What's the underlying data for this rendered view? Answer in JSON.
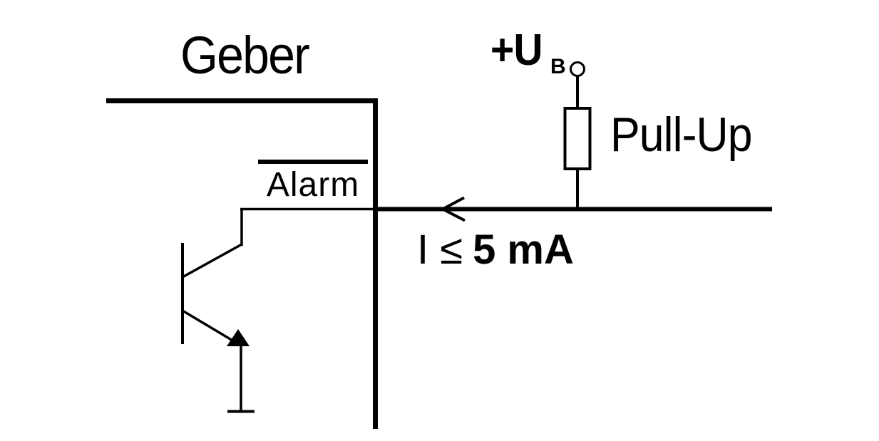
{
  "diagram": {
    "sensor_title": "Geber",
    "alarm_label": "Alarm",
    "alarm_active_low_overline": true,
    "supply_label": "+U",
    "supply_subscript": "B",
    "pullup_label": "Pull-Up",
    "current_prefix": "I ≤",
    "current_value": "5 mA",
    "colors": {
      "line": "#000000",
      "background": "#ffffff"
    },
    "icons": {
      "npn_transistor": "open-collector npn transistor symbol",
      "pullup_resistor": "rectangular resistor body with vertical leads",
      "supply_terminal": "open circle voltage terminal",
      "current_arrow": "left-pointing open chevron on wire",
      "ground_terminal": "T-bar wire termination"
    }
  }
}
